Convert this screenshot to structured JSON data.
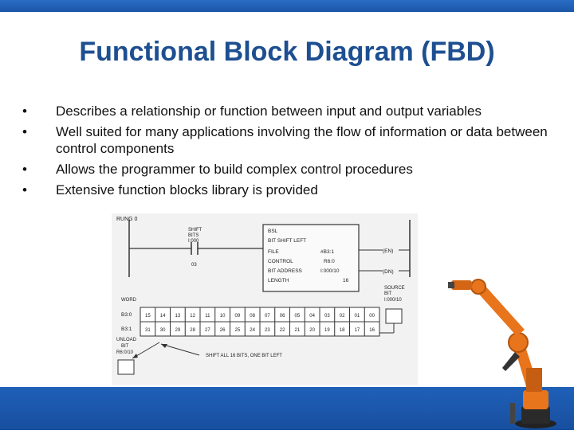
{
  "slide": {
    "title": "Functional Block Diagram (FBD)",
    "bullets": [
      "Describes a relationship or function between input and output variables",
      "Well suited for many applications involving the flow of information or data between control components",
      "Allows the programmer to build complex control procedures",
      "Extensive function blocks library is provided"
    ],
    "bullet_symbol": "•"
  },
  "diagram": {
    "rung": "RUNG 0",
    "shift_bits": [
      "SHIFT",
      "BITS",
      "I:000"
    ],
    "contact_num": "03",
    "block_lines": [
      [
        "BSL",
        ""
      ],
      [
        "BIT SHIFT LEFT",
        ""
      ],
      [
        "FILE",
        "#B3:1"
      ],
      [
        "CONTROL",
        "R6:0"
      ],
      [
        "BIT ADDRESS",
        "I:000/10"
      ],
      [
        "LENGTH",
        "16"
      ]
    ],
    "en": "(EN)",
    "dn": "(DN)",
    "source": [
      "SOURCE",
      "BIT",
      "I:000/10"
    ],
    "word_label": "WORD",
    "b3_0": "B3:0",
    "b3_1": "B3:1",
    "row1": [
      "15",
      "14",
      "13",
      "12",
      "11",
      "10",
      "09",
      "08",
      "07",
      "06",
      "05",
      "04",
      "03",
      "02",
      "01",
      "00"
    ],
    "row2": [
      "31",
      "30",
      "29",
      "28",
      "27",
      "26",
      "25",
      "24",
      "23",
      "22",
      "21",
      "20",
      "19",
      "18",
      "17",
      "16"
    ],
    "unload": [
      "UNLOAD",
      "BIT",
      "R6:0/10"
    ],
    "shift_note": "SHIFT ALL 16 BITS, ONE BIT LEFT"
  },
  "colors": {
    "title": "#1d4f91",
    "bar": "#1b56a8",
    "robot_orange": "#e8741c"
  }
}
